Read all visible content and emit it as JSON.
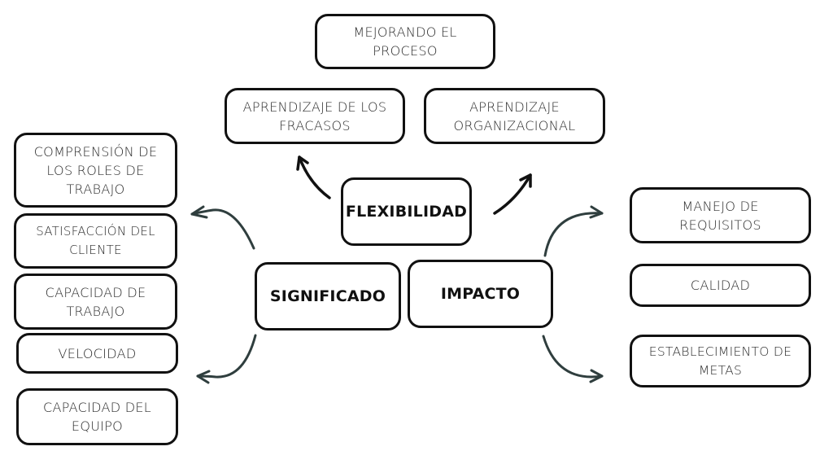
{
  "diagram": {
    "central_nodes": [
      {
        "id": "flexibilidad",
        "label": "FLEXIBILIDAD"
      },
      {
        "id": "significado",
        "label": "SIGNIFICADO"
      },
      {
        "id": "impacto",
        "label": "IMPACTO"
      }
    ],
    "flexibilidad_children": [
      {
        "id": "mejorando",
        "label": "MEJORANDO EL PROCESO"
      },
      {
        "id": "fracasos",
        "label": "APRENDIZAJE DE LOS FRACASOS"
      },
      {
        "id": "organizacional",
        "label": "APRENDIZAJE ORGANIZACIONAL"
      }
    ],
    "significado_children": [
      {
        "id": "roles",
        "label": "COMPRENSIÓN DE LOS ROLES DE TRABAJO"
      },
      {
        "id": "satisfaccion",
        "label": "SATISFACCIÓN DEL CLIENTE"
      },
      {
        "id": "capacidad_trabajo",
        "label": "CAPACIDAD DE TRABAJO"
      },
      {
        "id": "velocidad",
        "label": "VELOCIDAD"
      },
      {
        "id": "capacidad_equipo",
        "label": "CAPACIDAD DEL EQUIPO"
      }
    ],
    "impacto_children": [
      {
        "id": "requisitos",
        "label": "MANEJO DE REQUISITOS"
      },
      {
        "id": "calidad",
        "label": "CALIDAD"
      },
      {
        "id": "metas",
        "label": "ESTABLECIMIENTO DE METAS"
      }
    ],
    "colors": {
      "border": "#111111",
      "arrow_dark": "#111111",
      "arrow_teal": "#2f3e3e",
      "background": "#ffffff"
    }
  }
}
